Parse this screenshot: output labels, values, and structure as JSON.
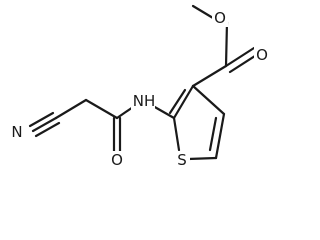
{
  "atoms": {
    "nitrile_n": "N",
    "carbonyl_o": "O",
    "amide_nh": "NH",
    "ester_o_single": "O",
    "ester_o_double": "O",
    "ring_s": "S"
  },
  "colors": {
    "bond": "#1a1a1a",
    "background": "#ffffff"
  }
}
